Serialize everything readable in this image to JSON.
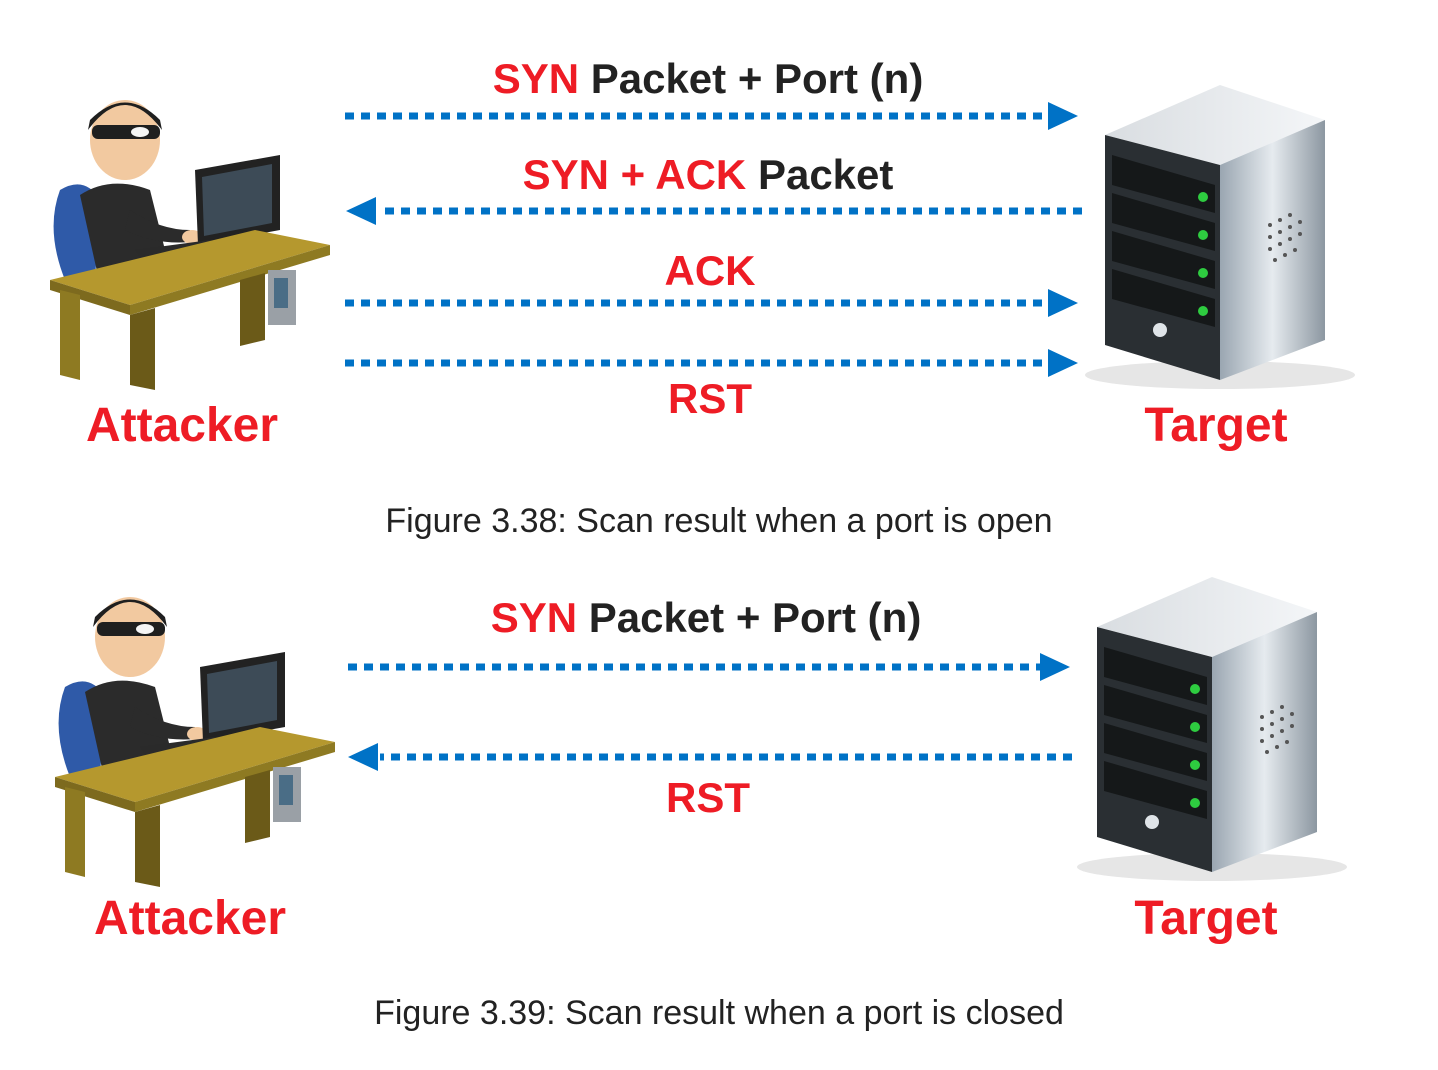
{
  "colors": {
    "arrow": "#0072c6",
    "highlight": "#ee1c25",
    "text": "#222222"
  },
  "open_scan": {
    "attacker_label": "Attacker",
    "target_label": "Target",
    "messages": [
      {
        "highlight": "SYN",
        "rest": " Packet + Port (n)",
        "direction": "to-target"
      },
      {
        "highlight": "SYN + ACK",
        "rest": " Packet",
        "direction": "to-attacker"
      },
      {
        "highlight": "ACK",
        "rest": "",
        "direction": "to-target"
      },
      {
        "highlight": "RST",
        "rest": "",
        "direction": "to-target"
      }
    ],
    "caption": "Figure 3.38: Scan result when a port is open"
  },
  "closed_scan": {
    "attacker_label": "Attacker",
    "target_label": "Target",
    "messages": [
      {
        "highlight": "SYN",
        "rest": " Packet + Port (n)",
        "direction": "to-target"
      },
      {
        "highlight": "RST",
        "rest": "",
        "direction": "to-attacker"
      }
    ],
    "caption": "Figure 3.39: Scan result when a port is closed"
  }
}
